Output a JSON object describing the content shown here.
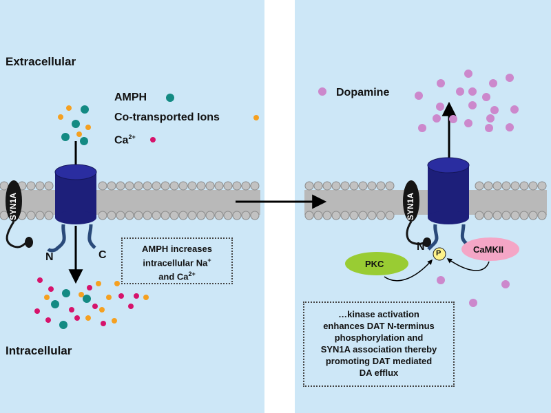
{
  "labels": {
    "extracellular": "Extracellular",
    "intracellular": "Intracellular",
    "syn1a": "SYN1A",
    "n_terminus": "N",
    "c_terminus": "C",
    "phospho": "P",
    "pkc": "PKC",
    "camkii": "CaMKII"
  },
  "legend": {
    "amph": "AMPH",
    "ions": "Co-transported Ions",
    "ca_base": "Ca",
    "ca_sup": "2+",
    "dopamine": "Dopamine"
  },
  "left_box": {
    "line1": "AMPH increases",
    "line2_base": "intracellular Na",
    "line2_sup": "+",
    "line3_base": "and Ca",
    "line3_sup": "2+"
  },
  "right_box": {
    "line1": "…kinase activation",
    "line2": "enhances DAT N-terminus",
    "line3": "phosphorylation and",
    "line4": "SYN1A association thereby",
    "line5": "promoting DAT mediated",
    "line6": "DA efflux"
  },
  "colors": {
    "panel_bg": "#cde7f7",
    "amph": "#138a83",
    "ions": "#f5a020",
    "calcium": "#d6136b",
    "dopamine": "#cc88cc",
    "dat": "#1d1f7a",
    "pkc": "#99cc33",
    "camkii": "#f4a6c6",
    "phospho": "#fdf28a"
  }
}
